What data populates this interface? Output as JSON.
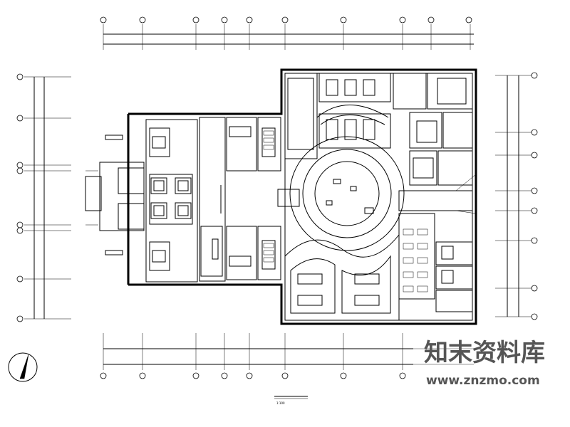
{
  "watermark": {
    "brand_text": "知末资料库",
    "url_text": "www.znzmo.com",
    "logo_color": "#555555"
  },
  "drawing": {
    "scale_text": "1:100"
  }
}
